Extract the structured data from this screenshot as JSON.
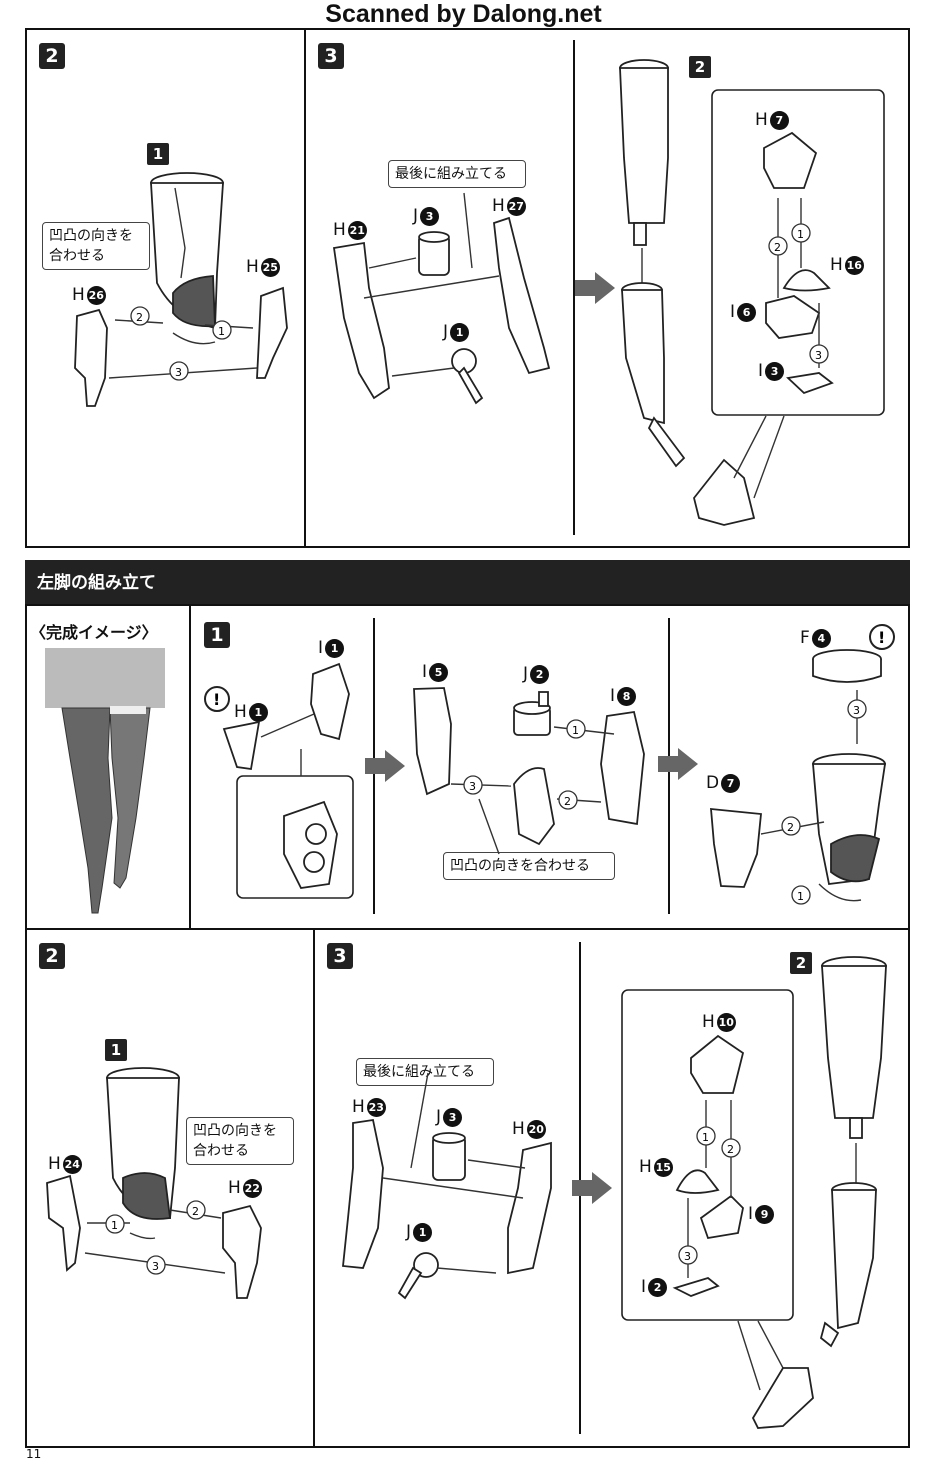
{
  "header": {
    "scan_title": "Scanned by Dalong.net"
  },
  "page_number": "11",
  "banner": {
    "title": "左脚の組み立て"
  },
  "top": {
    "step2": {
      "label": "2",
      "substep": "1",
      "callout": "凹凸の向きを合わせる",
      "parts": [
        {
          "letter": "H",
          "num": "26"
        },
        {
          "letter": "H",
          "num": "25"
        }
      ],
      "arrows": [
        "1",
        "2",
        "3"
      ]
    },
    "step3": {
      "label": "3",
      "callout": "最後に組み立てる",
      "parts": [
        {
          "letter": "H",
          "num": "21"
        },
        {
          "letter": "J",
          "num": "3"
        },
        {
          "letter": "H",
          "num": "27"
        },
        {
          "letter": "J",
          "num": "1"
        }
      ]
    },
    "step3b": {
      "substep": "2",
      "parts": [
        {
          "letter": "H",
          "num": "7"
        },
        {
          "letter": "H",
          "num": "16"
        },
        {
          "letter": "I",
          "num": "6"
        },
        {
          "letter": "I",
          "num": "3"
        }
      ],
      "arrows": [
        "1",
        "2",
        "3"
      ]
    }
  },
  "middle": {
    "completed_label": "〈完成イメージ〉",
    "step1": {
      "label": "1",
      "parts_a": [
        {
          "letter": "I",
          "num": "1"
        },
        {
          "letter": "H",
          "num": "1"
        }
      ],
      "parts_b": [
        {
          "letter": "I",
          "num": "5"
        },
        {
          "letter": "J",
          "num": "2"
        },
        {
          "letter": "I",
          "num": "8"
        }
      ],
      "callout": "凹凸の向きを合わせる",
      "parts_c": [
        {
          "letter": "F",
          "num": "4"
        },
        {
          "letter": "D",
          "num": "7"
        }
      ],
      "arrows": [
        "1",
        "2",
        "3"
      ]
    }
  },
  "bottom": {
    "step2": {
      "label": "2",
      "substep": "1",
      "callout": "凹凸の向きを合わせる",
      "parts": [
        {
          "letter": "H",
          "num": "24"
        },
        {
          "letter": "H",
          "num": "22"
        }
      ],
      "arrows": [
        "1",
        "2",
        "3"
      ]
    },
    "step3": {
      "label": "3",
      "callout": "最後に組み立てる",
      "parts": [
        {
          "letter": "H",
          "num": "23"
        },
        {
          "letter": "J",
          "num": "3"
        },
        {
          "letter": "H",
          "num": "20"
        },
        {
          "letter": "J",
          "num": "1"
        }
      ]
    },
    "step3b": {
      "substep": "2",
      "parts": [
        {
          "letter": "H",
          "num": "10"
        },
        {
          "letter": "H",
          "num": "15"
        },
        {
          "letter": "I",
          "num": "9"
        },
        {
          "letter": "I",
          "num": "2"
        }
      ],
      "arrows": [
        "1",
        "2",
        "3"
      ]
    }
  }
}
